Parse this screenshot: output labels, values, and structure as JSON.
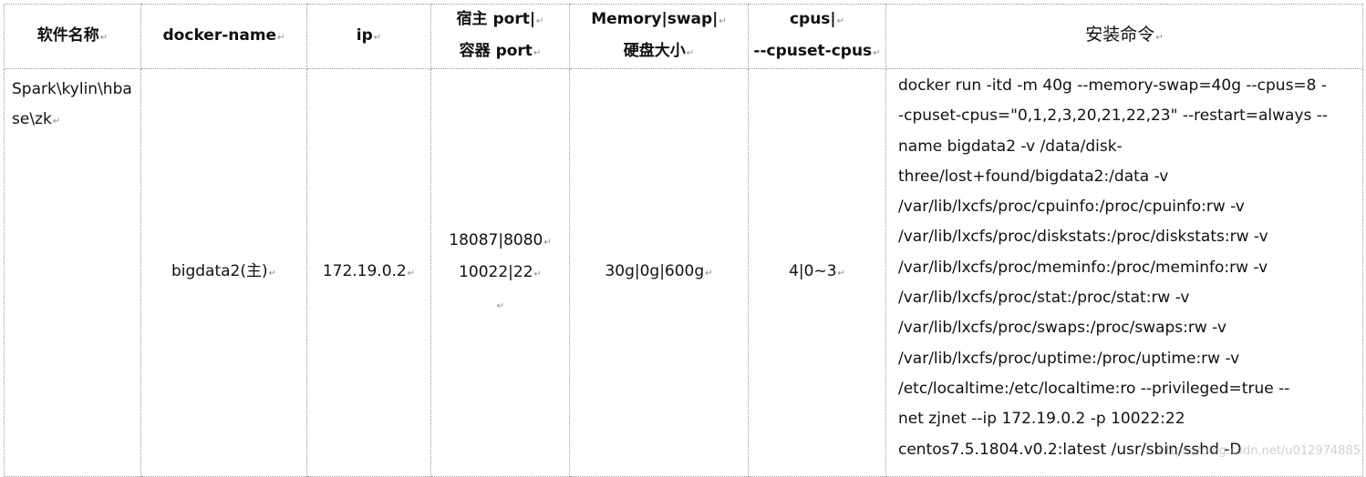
{
  "mark": "↵",
  "headers": [
    {
      "lines": [
        "软件名称"
      ]
    },
    {
      "lines": [
        "docker-name"
      ]
    },
    {
      "lines": [
        "ip"
      ]
    },
    {
      "lines": [
        "宿主 port|",
        "容器 port"
      ]
    },
    {
      "lines": [
        "Memory|swap|",
        "硬盘大小"
      ]
    },
    {
      "lines": [
        "cpus|",
        "--cpuset-cpus"
      ]
    },
    {
      "lines": [
        "安装命令"
      ]
    }
  ],
  "row": {
    "software": "Spark\\kylin\\hbase\\zk",
    "docker_name": "bigdata2(主)",
    "ip": "172.19.0.2",
    "ports": [
      "18087|8080",
      "10022|22"
    ],
    "memory": "30g|0g|600g",
    "cpus": "4|0~3",
    "command_lines": [
      "docker run -itd -m 40g --memory-swap=40g --cpus=8 -",
      "-cpuset-cpus=\"0,1,2,3,20,21,22,23\" --restart=always --",
      "name bigdata2 -v /data/disk-",
      "three/lost+found/bigdata2:/data    -v",
      "/var/lib/lxcfs/proc/cpuinfo:/proc/cpuinfo:rw -v",
      "/var/lib/lxcfs/proc/diskstats:/proc/diskstats:rw -v",
      "/var/lib/lxcfs/proc/meminfo:/proc/meminfo:rw -v",
      "/var/lib/lxcfs/proc/stat:/proc/stat:rw -v",
      "/var/lib/lxcfs/proc/swaps:/proc/swaps:rw -v",
      "/var/lib/lxcfs/proc/uptime:/proc/uptime:rw -v",
      "/etc/localtime:/etc/localtime:ro --privileged=true --",
      "net zjnet --ip 172.19.0.2 -p 10022:22",
      "centos7.5.1804.v0.2:latest /usr/sbin/sshd -D"
    ]
  },
  "watermark": "https://blog.csdn.net/u012974885"
}
